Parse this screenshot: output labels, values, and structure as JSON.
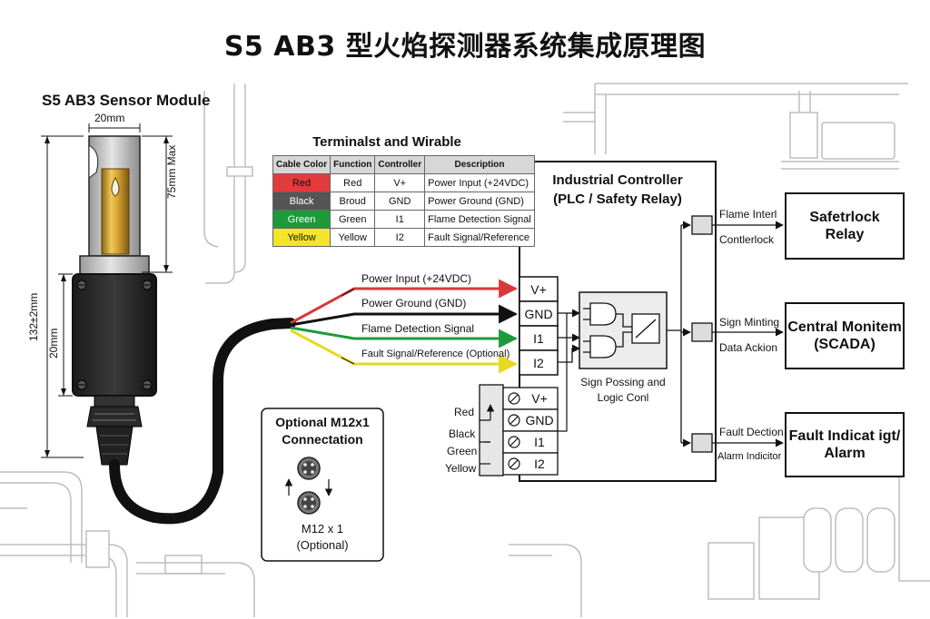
{
  "title": "S5 AB3 型火焰探测器系统集成原理图",
  "sensor": {
    "heading": "S5 AB3 Sensor Module",
    "dim_width": "20mm",
    "dim_top": "75mm Max",
    "dim_total": "132±2mm",
    "dim_body": "20mm"
  },
  "table": {
    "title": "Terminalst and Wirable",
    "headers": [
      "Cable Color",
      "Function",
      "Controller",
      "Description"
    ],
    "rows": [
      {
        "color": "Red",
        "function": "Red",
        "controller": "V+",
        "description": "Power Input (+24VDC)",
        "bg": "#e23b3b"
      },
      {
        "color": "Black",
        "function": "Broud",
        "controller": "GND",
        "description": "Power Ground (GND)",
        "bg": "#555555"
      },
      {
        "color": "Green",
        "function": "Green",
        "controller": "I1",
        "description": "Flame Detection Signal",
        "bg": "#1f9a3a"
      },
      {
        "color": "Yellow",
        "function": "Yellow",
        "controller": "I2",
        "description": "Fault Signal/Reference",
        "bg": "#f3e62a"
      }
    ]
  },
  "wires": [
    {
      "label": "Power Input (+24VDC)",
      "color": "#d63a3a"
    },
    {
      "label": "Power Ground (GND)",
      "color": "#111111"
    },
    {
      "label": "Flame Detection Signal",
      "color": "#1f9a3a"
    },
    {
      "label": "Fault Signal/Reference (Optional)",
      "color": "#e8d820"
    }
  ],
  "controller": {
    "title_line1": "Industrial Controller",
    "title_line2": "(PLC / Safety Relay)",
    "terminals": [
      "V+",
      "GND",
      "I1",
      "I2"
    ],
    "logic_label_line1": "Sign Possing and",
    "logic_label_line2": "Logic Conl"
  },
  "terminal_block": {
    "terminals": [
      "V+",
      "GND",
      "I1",
      "I2"
    ],
    "wire_labels": [
      "Red",
      "Black",
      "Green",
      "Yellow"
    ]
  },
  "outputs": [
    {
      "line1": "Flame Interl",
      "line2": "Contlerlock",
      "box_line1": "Safetrlock",
      "box_line2": "Relay"
    },
    {
      "line1": "Sign Minting",
      "line2": "Data Ackion",
      "box_line1": "Central Monitem",
      "box_line2": "(SCADA)"
    },
    {
      "line1": "Fault Dection",
      "line2": "Alarm Indicitor",
      "box_line1": "Fault Indicat igt/",
      "box_line2": "Alarm"
    }
  ],
  "m12": {
    "title_line1": "Optional M12x1",
    "title_line2": "Connectation",
    "caption_line1": "M12 x 1",
    "caption_line2": "(Optional)"
  },
  "colors": {
    "accent_red": "#d63a3a",
    "accent_green": "#1f9a3a",
    "accent_yellow": "#e8d820",
    "brass": "#c99a2e"
  }
}
